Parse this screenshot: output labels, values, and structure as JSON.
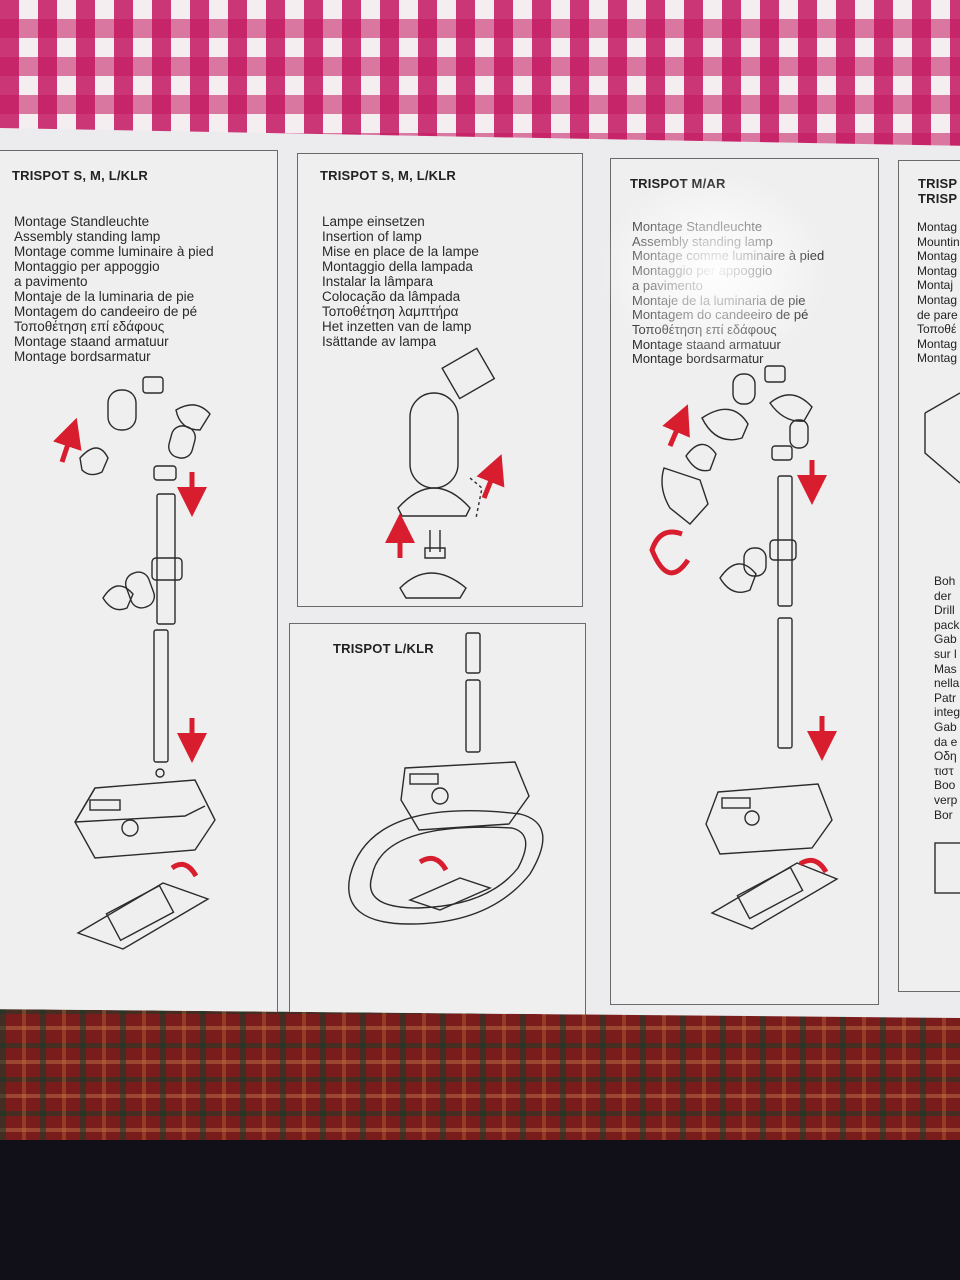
{
  "panels": {
    "p1": {
      "title": "TRISPOT S, M, L/KLR",
      "lines": [
        "Montage Standleuchte",
        "Assembly standing lamp",
        "Montage comme luminaire à pied",
        "Montaggio per appoggio",
        "a pavimento",
        "Montaje de la luminaria de pie",
        "Montagem do candeeiro de pé",
        "Τοποθέτηση επί εδάφους",
        "Montage staand armatuur",
        "Montage bordsarmatur"
      ]
    },
    "p2": {
      "title": "TRISPOT S, M, L/KLR",
      "lines": [
        "Lampe einsetzen",
        "Insertion of lamp",
        "Mise en place de la lampe",
        "Montaggio della lampada",
        "Instalar la lâmpara",
        "Colocação da lâmpada",
        "Τοποθέτηση λαμπτήρα",
        "Het inzetten van de lamp",
        "Isättande av lampa"
      ]
    },
    "p3": {
      "title": "TRISPOT L/KLR"
    },
    "p4": {
      "title": "TRISPOT M/AR",
      "lines": [
        "Montage Standleuchte",
        "Assembly standing lamp",
        "Montage comme luminaire à pied",
        "Montaggio per appoggio",
        "a pavimento",
        "Montaje de la luminaria de pie",
        "Montagem do candeeiro de pé",
        "Τοποθέτηση επί εδάφους",
        "Montage staand armatuur",
        "Montage bordsarmatur"
      ]
    },
    "p5": {
      "title_lines": [
        "TRISP",
        "TRISP"
      ],
      "lines": [
        "Montag",
        "Mountin",
        "Montag",
        "Montag",
        "Montaj",
        "Montag",
        "de pare",
        "Τοποθέ",
        "Montag",
        "Montag"
      ],
      "lines2": [
        "Boh",
        "der",
        "Drill",
        "pack",
        "Gab",
        "sur l",
        "Mas",
        "nella",
        "Patr",
        "integ",
        "Gab",
        "da e",
        "Οδη",
        "τιστ",
        "Boo",
        "verp",
        "Bor"
      ]
    }
  },
  "colors": {
    "accent_arrow": "#d81e2e",
    "line_art": "#2b2b2b"
  }
}
